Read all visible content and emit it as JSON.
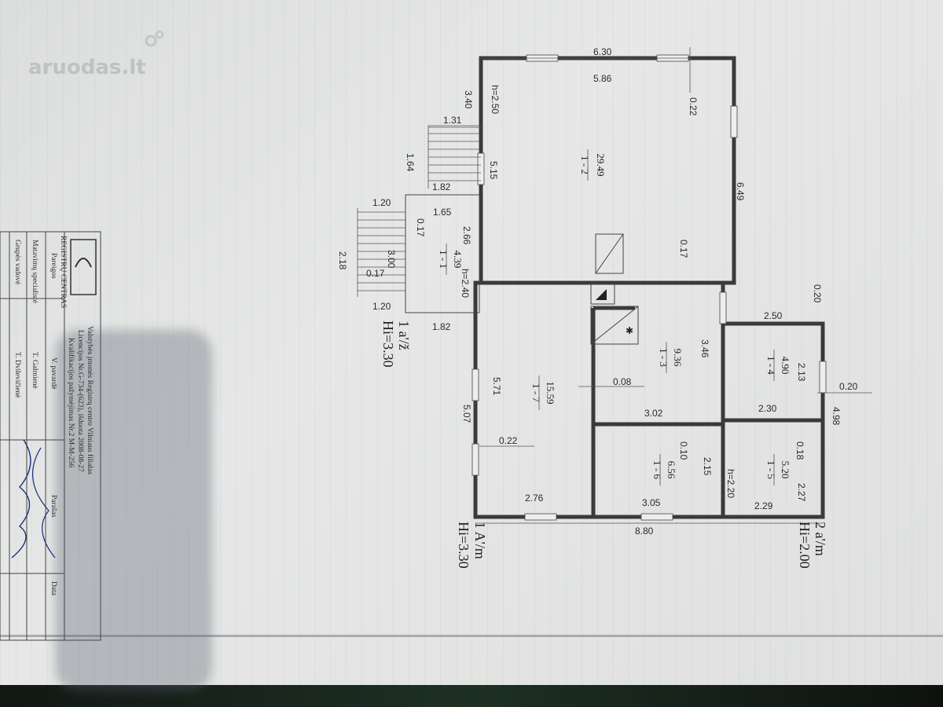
{
  "watermark": "aruodas.lt",
  "rooms": [
    {
      "id": "1 - 2",
      "area": "29.49"
    },
    {
      "id": "1 - 1",
      "area": "4.39"
    },
    {
      "id": "1 - 3",
      "area": "9.36"
    },
    {
      "id": "1 - 7",
      "area": "15.59"
    },
    {
      "id": "1 - 4",
      "area": "4.90"
    },
    {
      "id": "1 - 6",
      "area": "6.56"
    },
    {
      "id": "1 - 5",
      "area": "5.20"
    }
  ],
  "dimensions": [
    "6.30",
    "5.86",
    "0.22",
    "3.40",
    "h=2.50",
    "1.31",
    "5.15",
    "1.64",
    "1.82",
    "6.49",
    "1.20",
    "1.65",
    "0.17",
    "2.66",
    "3.00",
    "2.18",
    "0.17",
    "0.17",
    "h=2.40",
    "1.20",
    "1.82",
    "0.20",
    "2.50",
    "3.46",
    "2.13",
    "0.08",
    "0.20",
    "5.71",
    "3.02",
    "2.30",
    "4.98",
    "5.07",
    "0.22",
    "0.10",
    "2.15",
    "0.18",
    "h=2.20",
    "2.27",
    "2.76",
    "3.05",
    "2.29",
    "8.80"
  ],
  "level_labels": [
    "1 a'/ž",
    "Hi=3.30",
    "1 A'/m",
    "Hi=3.30",
    "2 a'/m",
    "Hi=2.00"
  ],
  "stamp": {
    "title": "REGISTRŲ CENTRAS",
    "line1": "Valstybės įmonės Registrų centro Vilniaus filialas",
    "line2": "Licencijos Nr.G-734-(623), išduota 2008-08-27",
    "line3": "Kvalifikacijos pažymėjimas Nr.2 M-M-256",
    "col_pareigos": "Pareigos",
    "col_vpavarde": "V. pavardė",
    "col_parasas": "Parašas",
    "col_data": "Data",
    "row1_role": "Matavimų specialistė",
    "row1_name": "T. Galmienė",
    "row2_role": "Grupės vadovė",
    "row2_name": "T. Dvilevičienė"
  }
}
